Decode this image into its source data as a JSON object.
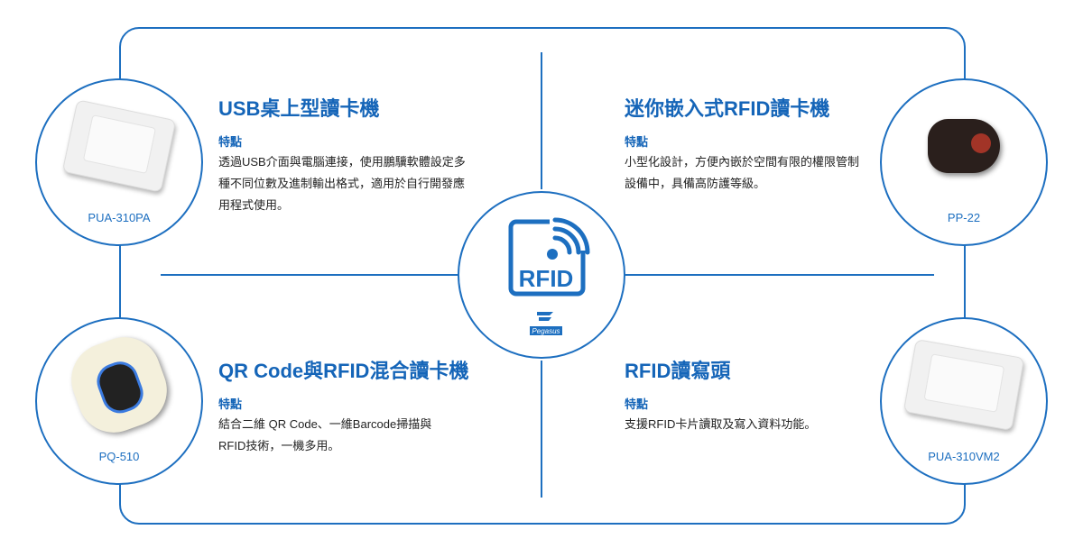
{
  "center": {
    "logo_text": "RFID",
    "brand": "Pegasus"
  },
  "sections": [
    {
      "title": "USB桌上型讀卡機",
      "feature_label": "特點",
      "body": "透過USB介面與電腦連接，使用鵬驥軟體設定多種不同位數及進制輸出格式，適用於自行開發應用程式使用。",
      "model": "PUA-310PA"
    },
    {
      "title": "迷你嵌入式RFID讀卡機",
      "feature_label": "特點",
      "body": "小型化設計，方便內嵌於空間有限的權限管制設備中，具備高防護等級。",
      "model": "PP-22"
    },
    {
      "title": "QR Code與RFID混合讀卡機",
      "feature_label": "特點",
      "body": "結合二維 QR Code、一維Barcode掃描與RFID技術，一機多用。",
      "model": "PQ-510"
    },
    {
      "title": "RFID讀寫頭",
      "feature_label": "特點",
      "body": "支援RFID卡片讀取及寫入資料功能。",
      "model": "PUA-310VM2"
    }
  ],
  "colors": {
    "accent": "#1d6fc0"
  }
}
